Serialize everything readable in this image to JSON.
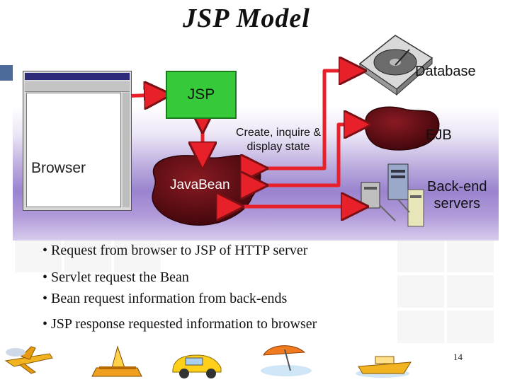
{
  "diagram": {
    "title": "JSP Model",
    "nodes": {
      "browser": "Browser",
      "jsp": "JSP",
      "create_line1": "Create, inquire &",
      "create_line2": "display state",
      "javabean": "JavaBean",
      "database": "Database",
      "ejb": "EJB",
      "backend_line1": "Back-end",
      "backend_line2": "servers"
    },
    "colors": {
      "jsp_box": "#36c93a",
      "arrow": "#e8202a",
      "blob": "#5a0a12"
    }
  },
  "bullets": [
    "• Request from browser to JSP of HTTP server",
    "• Servlet request the Bean",
    "• Bean request information from back-ends",
    "• JSP response requested information to browser"
  ],
  "footer": {
    "page_number": "14",
    "icons": [
      "airplane-icon",
      "boat-icon",
      "car-icon",
      "umbrella-icon",
      "ship-icon"
    ]
  }
}
